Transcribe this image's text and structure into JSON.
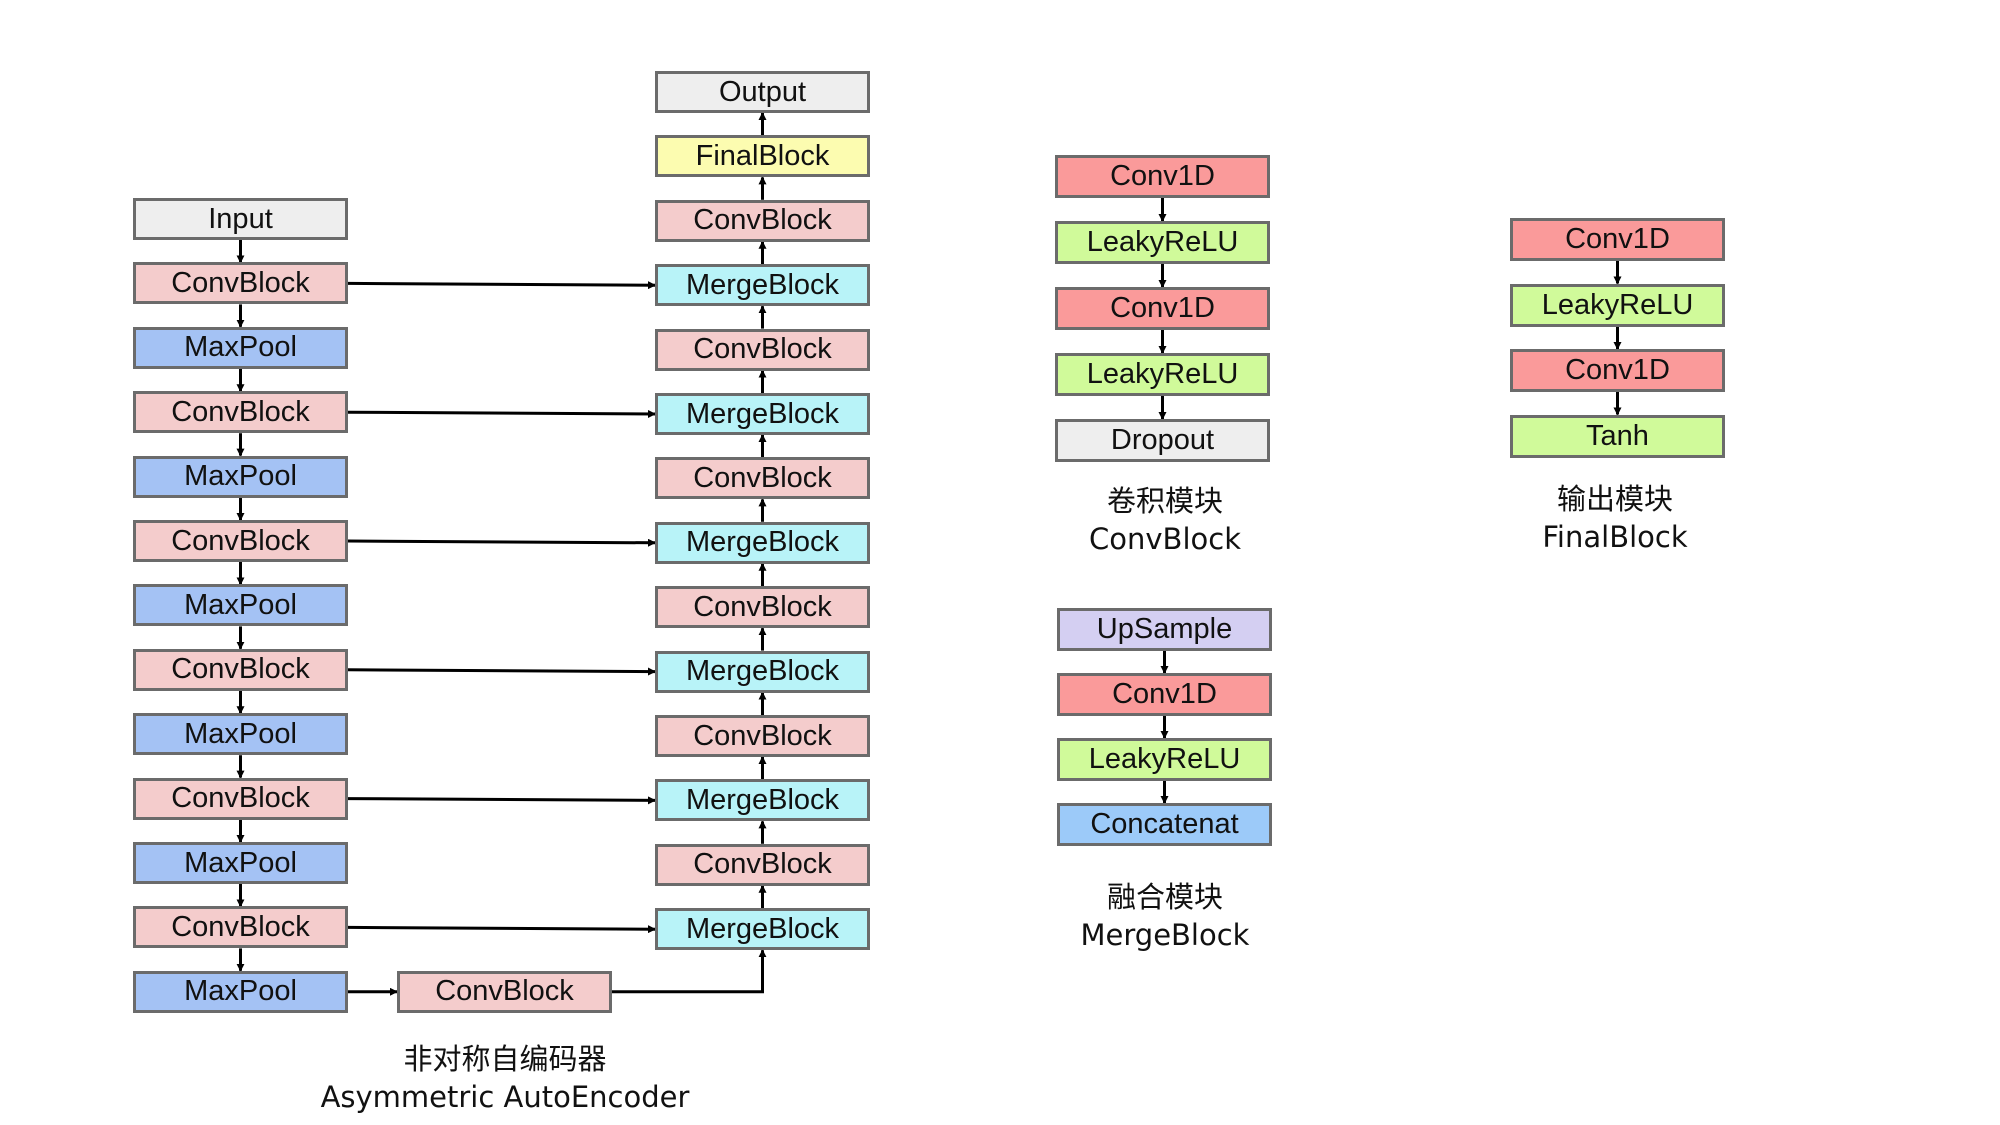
{
  "colors": {
    "gray": "#eeeeee",
    "pink": "#f4cccc",
    "blue": "#a4c2f4",
    "cyan": "#b8f3f8",
    "yellow": "#fcfcb0",
    "red": "#fa9a9a",
    "green": "#d0fa9a",
    "lavender": "#d4cff2",
    "concat": "#9ccaf9",
    "edge": "#000000"
  },
  "autoencoder": {
    "encoder": [
      "Input",
      "ConvBlock",
      "MaxPool",
      "ConvBlock",
      "MaxPool",
      "ConvBlock",
      "MaxPool",
      "ConvBlock",
      "MaxPool",
      "ConvBlock",
      "MaxPool",
      "ConvBlock",
      "MaxPool"
    ],
    "bottleneck": "ConvBlock",
    "decoder": [
      "Output",
      "FinalBlock",
      "ConvBlock",
      "MergeBlock",
      "ConvBlock",
      "MergeBlock",
      "ConvBlock",
      "MergeBlock",
      "ConvBlock",
      "MergeBlock",
      "ConvBlock",
      "MergeBlock",
      "ConvBlock",
      "MergeBlock"
    ],
    "caption_cn": "非对称自编码器",
    "caption_en": "Asymmetric AutoEncoder"
  },
  "convblock": {
    "layers": [
      "Conv1D",
      "LeakyReLU",
      "Conv1D",
      "LeakyReLU",
      "Dropout"
    ],
    "caption_cn": "卷积模块",
    "caption_en": "ConvBlock"
  },
  "mergeblock": {
    "layers": [
      "UpSample",
      "Conv1D",
      "LeakyReLU",
      "Concatenat"
    ],
    "caption_cn": "融合模块",
    "caption_en": "MergeBlock"
  },
  "finalblock": {
    "layers": [
      "Conv1D",
      "LeakyReLU",
      "Conv1D",
      "Tanh"
    ],
    "caption_cn": "输出模块",
    "caption_en": "FinalBlock"
  }
}
